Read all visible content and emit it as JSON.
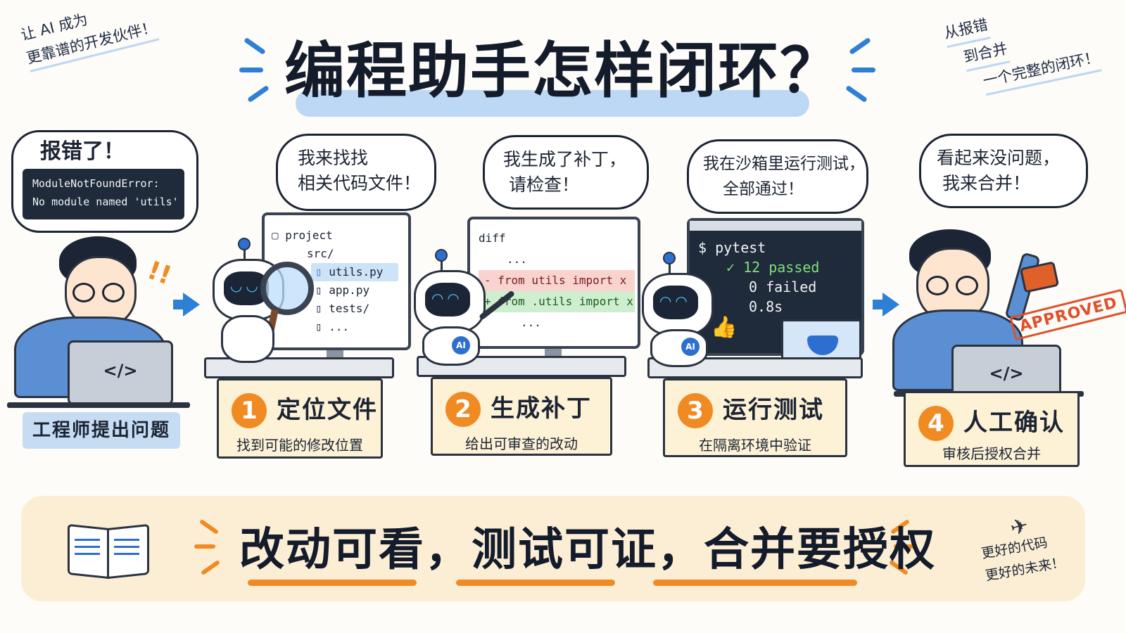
{
  "header": {
    "title": "编程助手怎样闭环？",
    "note_left": [
      "让 AI 成为",
      "更靠谱的开发伙伴！"
    ],
    "note_right": [
      "从报错",
      "到合并",
      "一个完整的闭环！"
    ]
  },
  "engineer": {
    "bubble_title": "报错了！",
    "error_lines": [
      "ModuleNotFoundError:",
      "No module named 'utils'"
    ],
    "label": "工程师提出问题",
    "code_glyph": "</>"
  },
  "steps": [
    {
      "number": "1",
      "title": "定位文件",
      "subtitle": "找到可能的修改位置",
      "bubble": [
        "我来找找",
        "相关代码文件！"
      ],
      "files": [
        "project",
        "src/",
        "utils.py",
        "app.py",
        "tests/",
        "..."
      ]
    },
    {
      "number": "2",
      "title": "生成补丁",
      "subtitle": "给出可审查的改动",
      "bubble": [
        "我生成了补丁，",
        "请检查！"
      ],
      "diff": [
        "diff",
        "...",
        "- from utils import x",
        "+ from .utils import x",
        "..."
      ]
    },
    {
      "number": "3",
      "title": "运行测试",
      "subtitle": "在隔离环境中验证",
      "bubble": [
        "我在沙箱里运行测试，",
        "全部通过！"
      ],
      "terminal": [
        "$ pytest",
        "✓ 12 passed",
        "0 failed",
        "0.8s"
      ]
    },
    {
      "number": "4",
      "title": "人工确认",
      "subtitle": "审核后授权合并",
      "bubble": [
        "看起来没问题，",
        "我来合并！"
      ],
      "stamp": "APPROVED",
      "code_glyph": "</>"
    }
  ],
  "robot": {
    "badge": "AI"
  },
  "footer": {
    "slogan_parts": [
      "改动可看，",
      "测试可证，",
      "合并要授权"
    ],
    "note": [
      "更好的代码",
      "更好的未来！"
    ]
  },
  "colors": {
    "accent_blue": "#2e7fd6",
    "accent_orange": "#f08b23",
    "card_bg": "#fdf1d6",
    "footer_bg": "#fbeed4",
    "terminal_bg": "#1f2a3a"
  }
}
